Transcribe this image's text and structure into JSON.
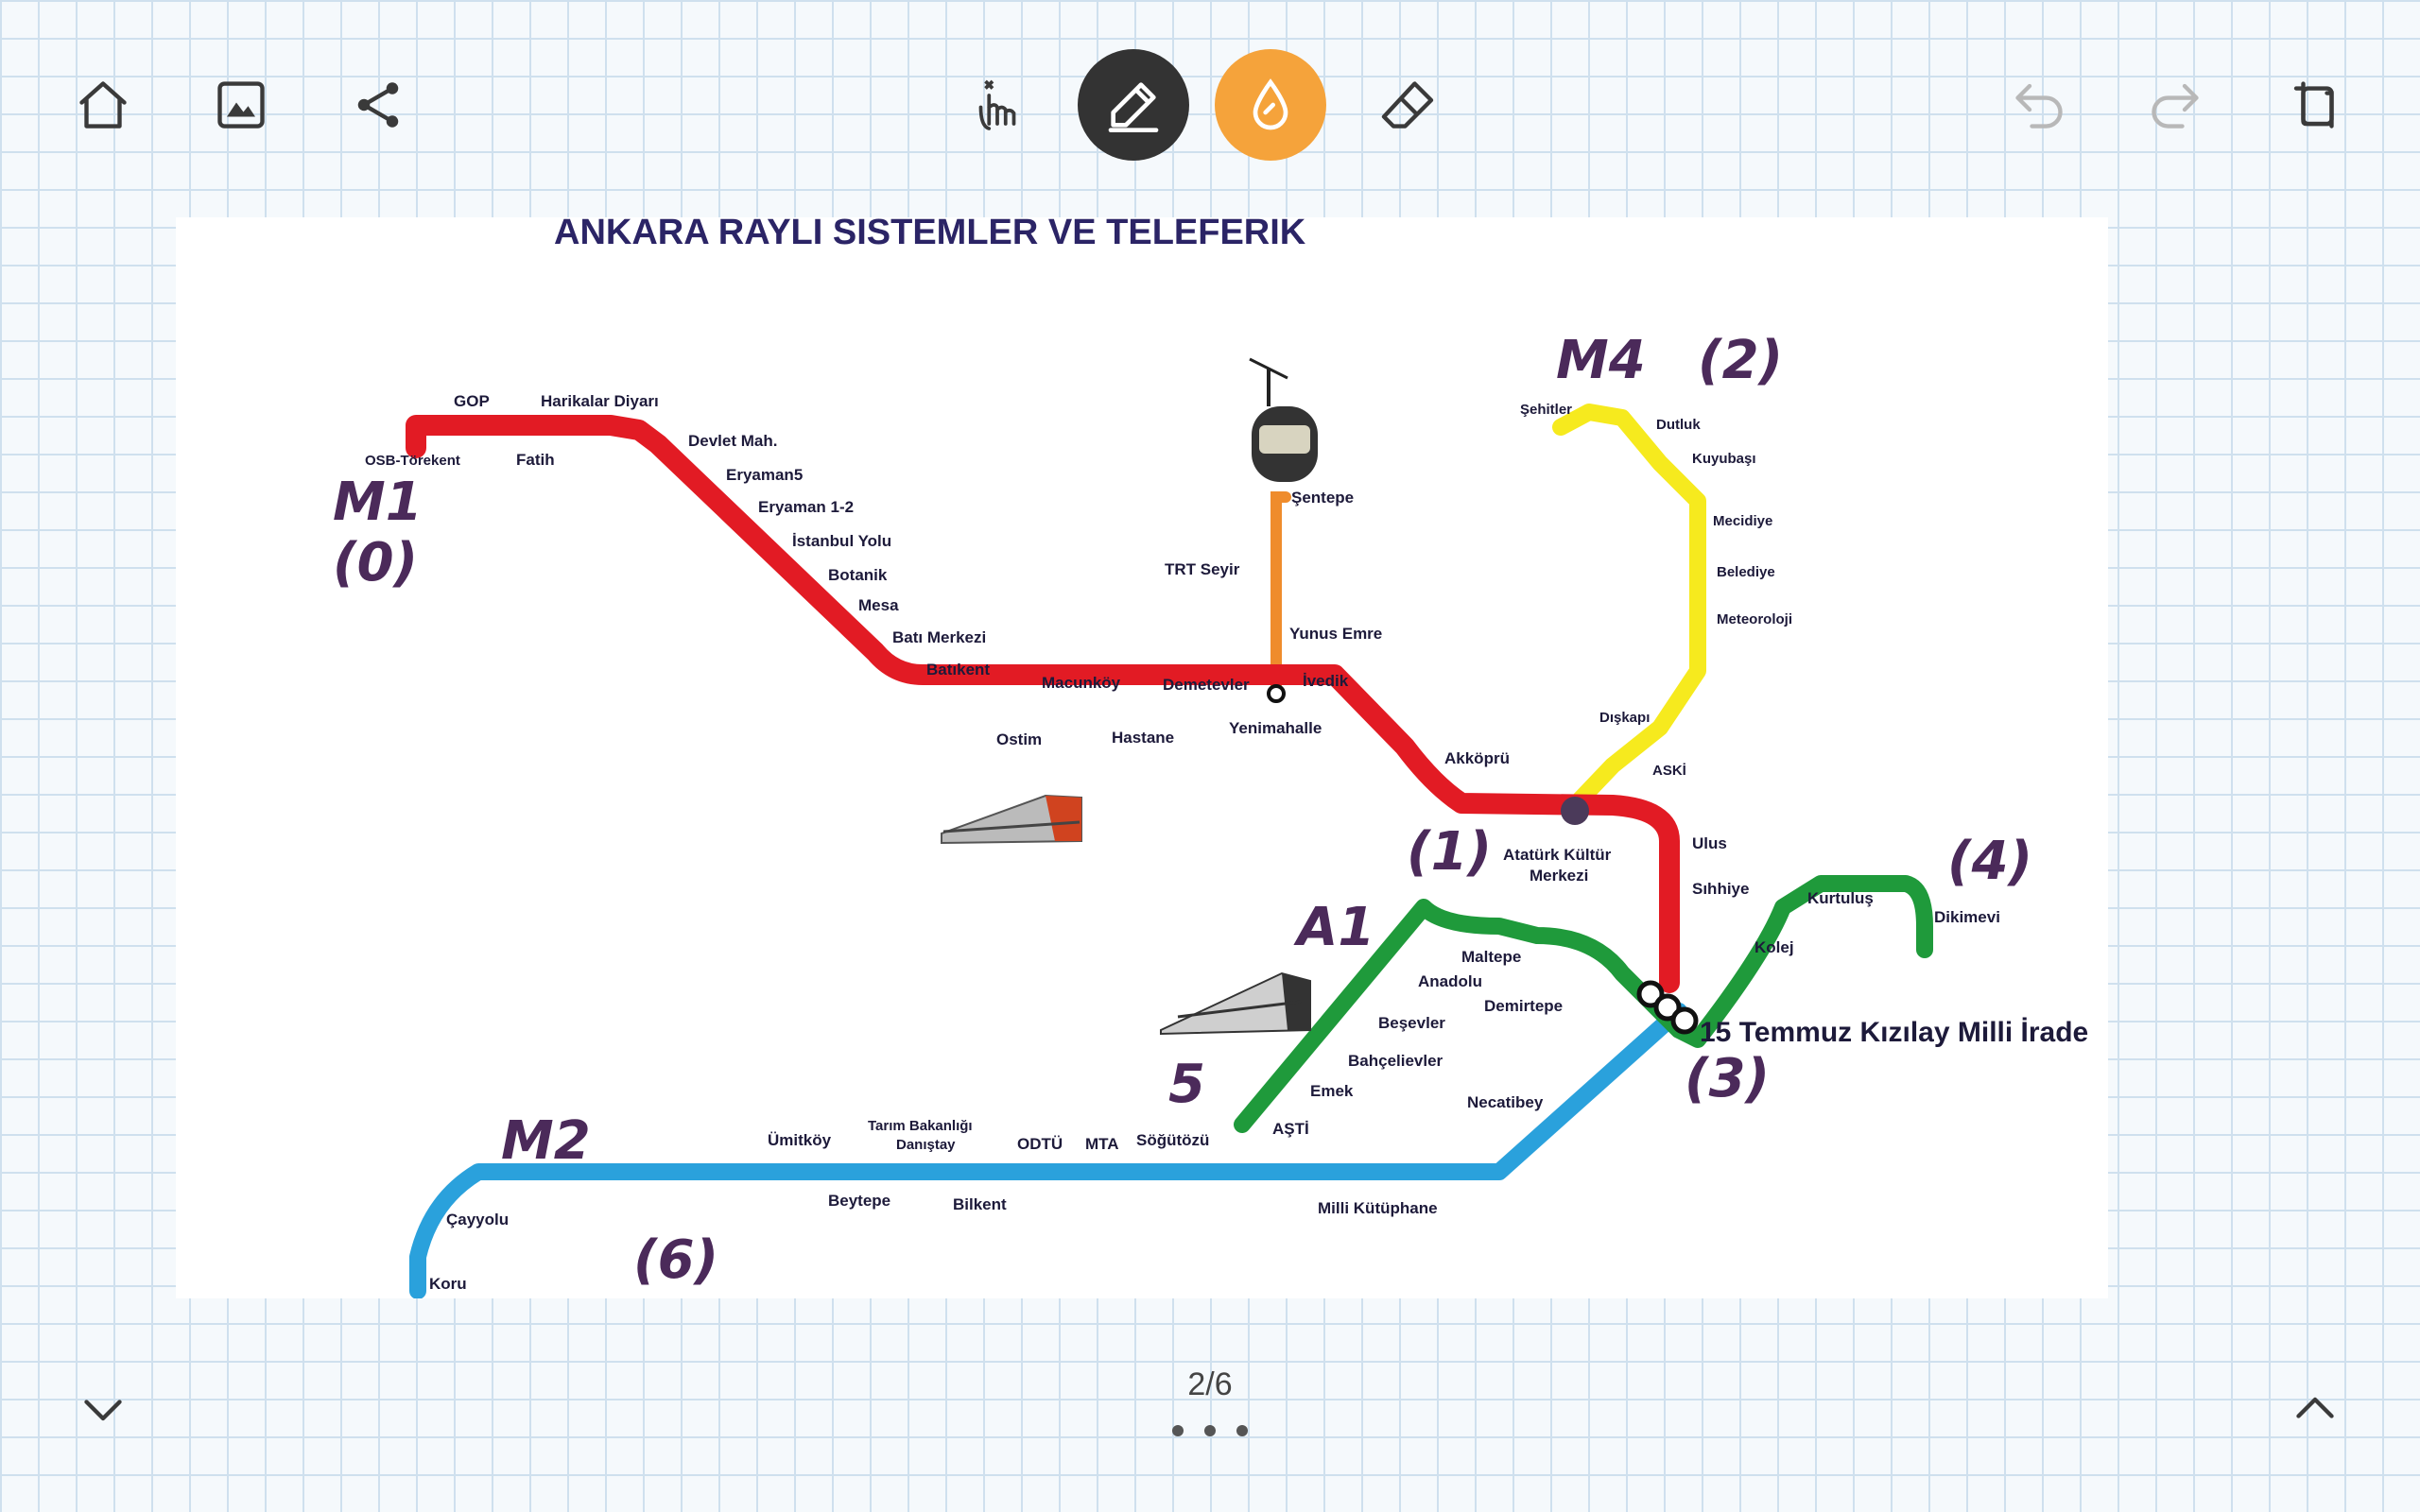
{
  "toolbar": {
    "left": [
      {
        "name": "home-icon",
        "interactable": true
      },
      {
        "name": "image-icon",
        "interactable": true
      },
      {
        "name": "share-icon",
        "interactable": true
      }
    ],
    "center": [
      {
        "name": "touch-pen-toggle-icon",
        "interactable": true
      },
      {
        "name": "pen-icon",
        "interactable": true,
        "active_color": "#333333"
      },
      {
        "name": "highlighter-icon",
        "interactable": true,
        "active_color": "#f5a33b"
      },
      {
        "name": "eraser-icon",
        "interactable": true
      }
    ],
    "right": [
      {
        "name": "undo-icon",
        "interactable": true,
        "disabled": true
      },
      {
        "name": "redo-icon",
        "interactable": true,
        "disabled": true
      },
      {
        "name": "crop-icon",
        "interactable": true
      }
    ]
  },
  "map": {
    "title": "ANKARA RAYLI SİSTEMLER VE TELEFERİK",
    "colors": {
      "red": "#e21b24",
      "yellow": "#f6ea1e",
      "green": "#1f9a3b",
      "blue": "#2aa1dc",
      "orange": "#ef8c2c",
      "title": "#2b2466"
    },
    "stations": {
      "osb": "OSB-Törekent",
      "gop": "GOP",
      "fatih": "Fatih",
      "harikalar": "Harikalar Diyarı",
      "devlet": "Devlet Mah.",
      "eryaman5": "Eryaman5",
      "eryaman12": "Eryaman 1-2",
      "istanbul": "İstanbul Yolu",
      "botanik": "Botanik",
      "mesa": "Mesa",
      "bati_merkezi": "Batı Merkezi",
      "batikent": "Batıkent",
      "ostim": "Ostim",
      "macunkoy": "Macunköy",
      "hastane": "Hastane",
      "demetevler": "Demetevler",
      "yenimahalle": "Yenimahalle",
      "ivedik": "İvedik",
      "akkopru": "Akköprü",
      "akm": "Atatürk Kültür Merkezi",
      "akm_l1": "Atatürk Kültür",
      "akm_l2": "Merkezi",
      "ulus": "Ulus",
      "sihhiye": "Sıhhiye",
      "kizilay": "15 Temmuz Kızılay Milli İrade",
      "sentepe": "Şentepe",
      "trt": "TRT Seyir",
      "yunus": "Yunus Emre",
      "sehitler": "Şehitler",
      "dutluk": "Dutluk",
      "kuyubasi": "Kuyubaşı",
      "mecidiye": "Mecidiye",
      "belediye": "Belediye",
      "meteoroloji": "Meteoroloji",
      "diskapi": "Dışkapı",
      "aski": "ASKİ",
      "kurtulus": "Kurtuluş",
      "dikimevi": "Dikimevi",
      "kolej": "Kolej",
      "maltepe": "Maltepe",
      "anadolu": "Anadolu",
      "demirtepe": "Demirtepe",
      "besevler": "Beşevler",
      "bahcelievler": "Bahçelievler",
      "emek": "Emek",
      "asti": "AŞTİ",
      "necatibey": "Necatibey",
      "milli_kutuphane": "Milli Kütüphane",
      "sogutozu": "Söğütözü",
      "mta": "MTA",
      "odtu": "ODTÜ",
      "bilkent": "Bilkent",
      "tarim_l1": "Tarım Bakanlığı",
      "tarim_l2": "Danıştay",
      "beytepe": "Beytepe",
      "umitkoy": "Ümitköy",
      "cayyolu": "Çayyolu",
      "koru": "Koru"
    }
  },
  "annotations": {
    "m1": "M1",
    "m1_num": "(0)",
    "m4": "M4",
    "m4_num": "(2)",
    "n1": "(1)",
    "a1": "A1",
    "n3": "(3)",
    "n4": "(4)",
    "five": "5",
    "m2": "M2",
    "n6": "(6)"
  },
  "footer": {
    "page_indicator": "2/6"
  }
}
